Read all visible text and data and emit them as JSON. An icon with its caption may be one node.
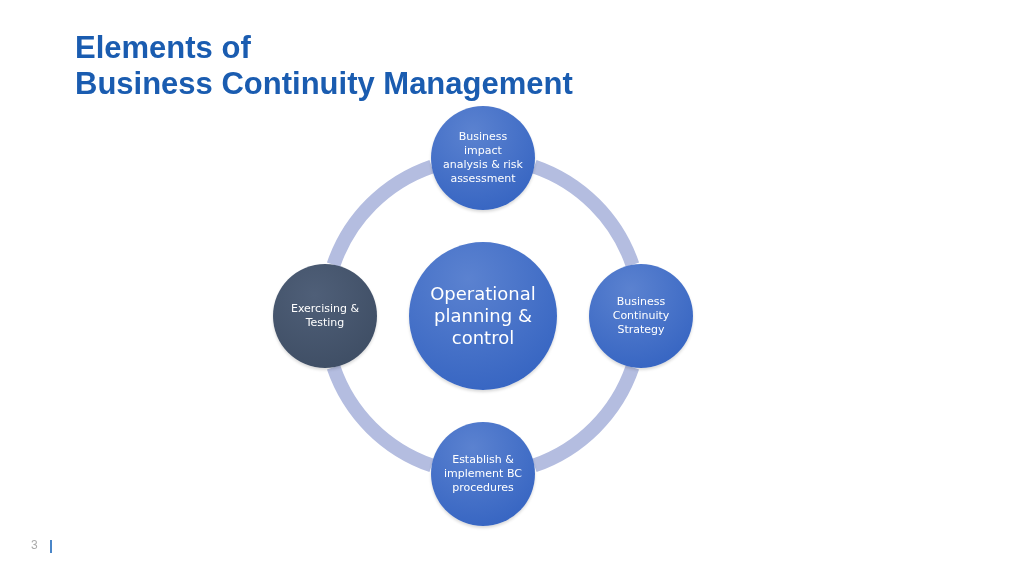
{
  "diagram": {
    "title": "Elements of Business Continuity Management",
    "nodes": [
      {
        "text": [
          "Business impact analysis & risk assessment"
        ]
      },
      {
        "text": [
          "Exercising & Testing"
        ]
      },
      {
        "text": [
          "Operational planning & control"
        ]
      },
      {
        "text": [
          "Business Continuity Strategy"
        ]
      },
      {
        "text": [
          "Establish & implement BC procedures"
        ]
      }
    ],
    "edges": [
      {
        "from": 0,
        "to": 3,
        "arrow": "none"
      },
      {
        "from": 3,
        "to": 4,
        "arrow": "none"
      },
      {
        "from": 4,
        "to": 1,
        "arrow": "none"
      },
      {
        "from": 1,
        "to": 0,
        "arrow": "none"
      }
    ],
    "labels": [
      "3"
    ]
  }
}
